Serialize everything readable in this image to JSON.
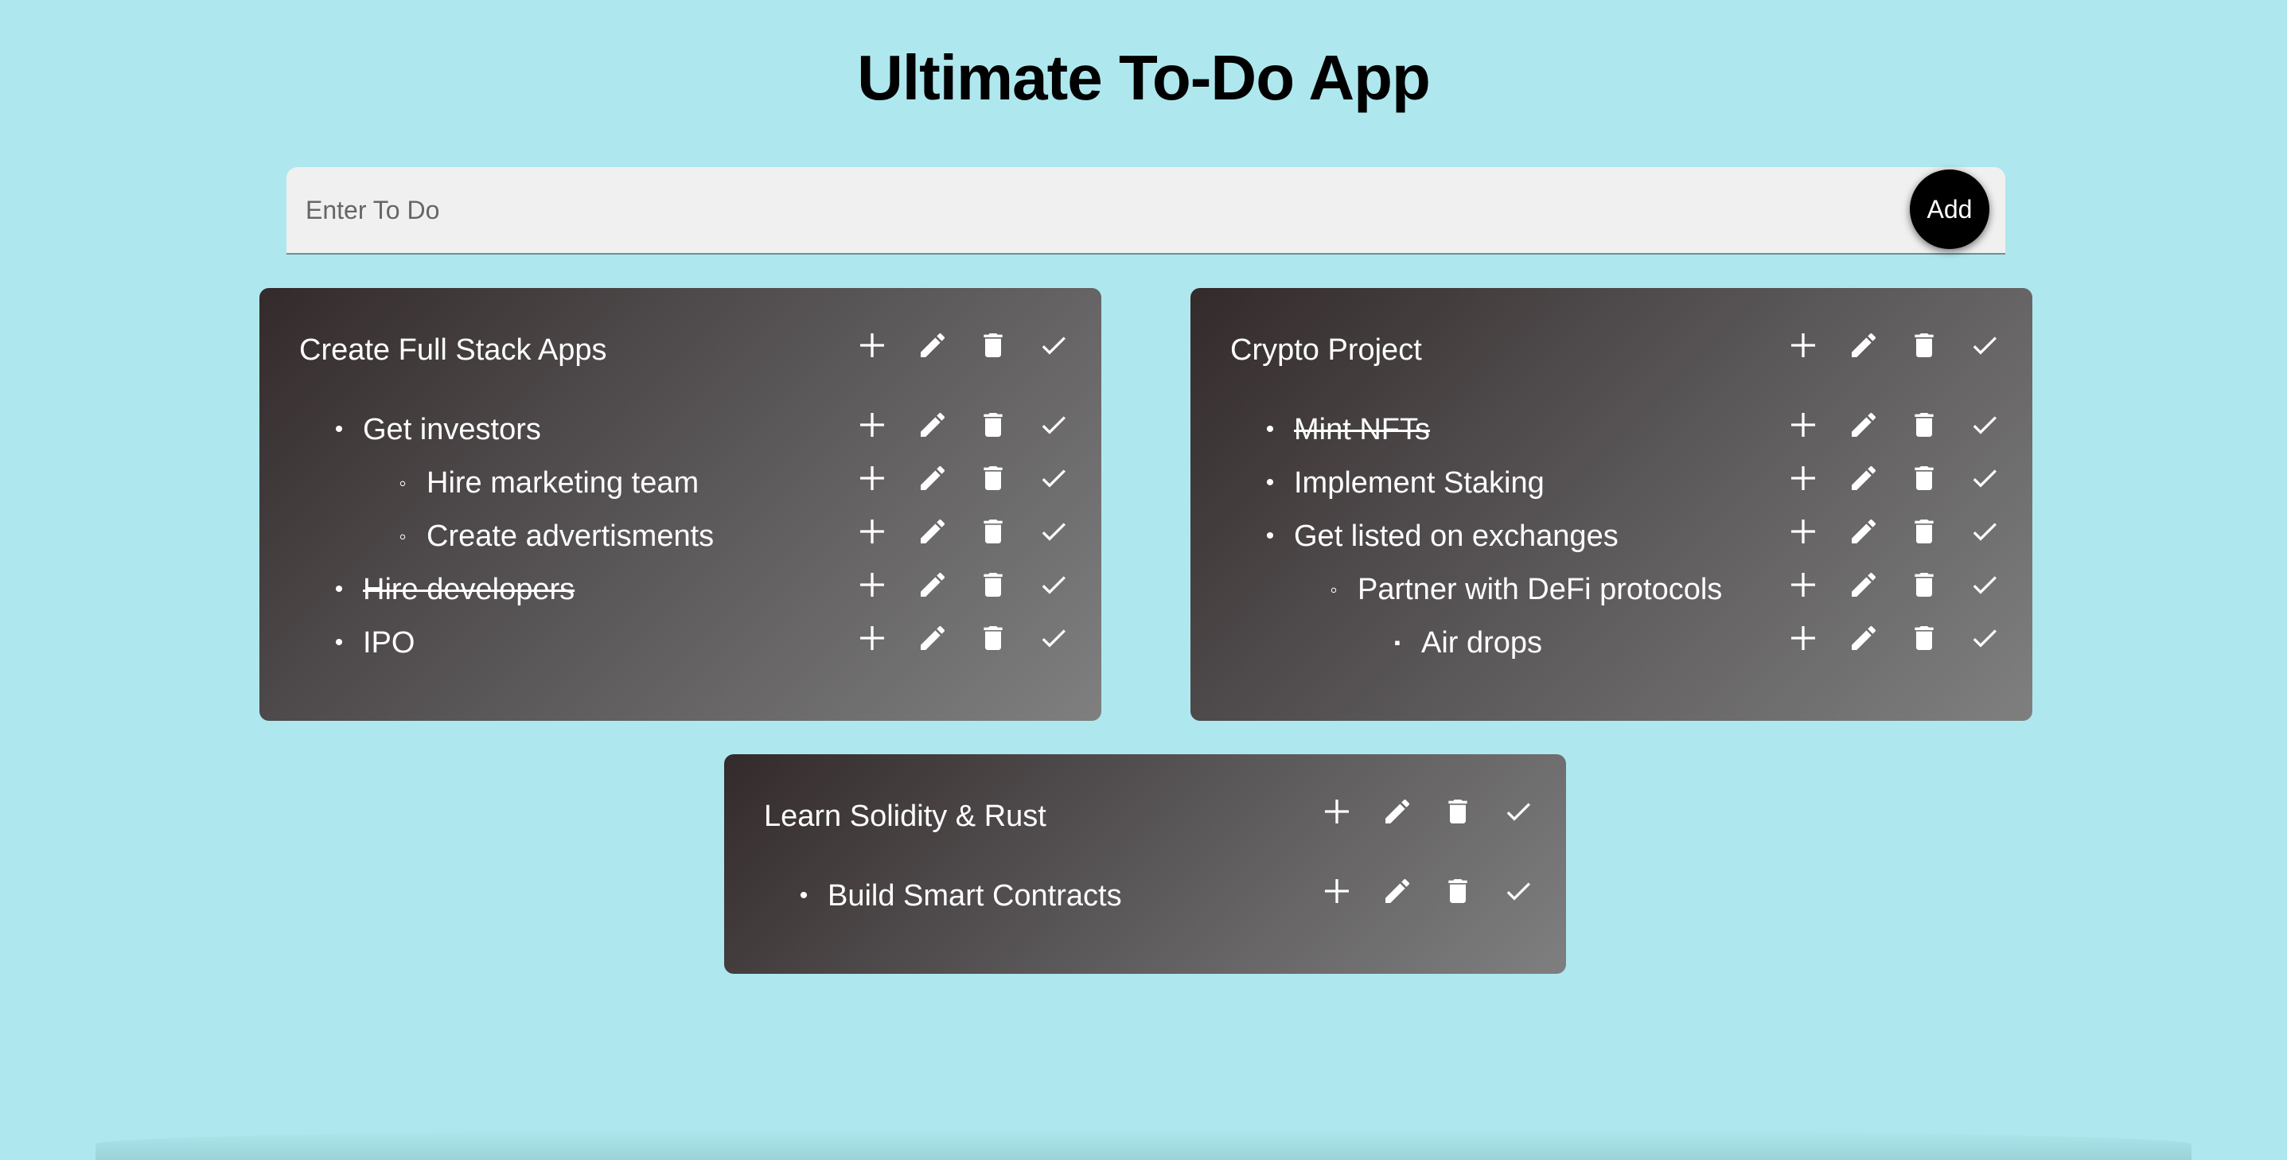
{
  "app": {
    "title": "Ultimate To-Do App"
  },
  "input": {
    "placeholder": "Enter To Do",
    "value": "",
    "add_label": "Add"
  },
  "icons": {
    "add": "plus-icon",
    "edit": "pencil-icon",
    "delete": "trash-icon",
    "complete": "check-icon"
  },
  "colors": {
    "background": "#aee8ee",
    "card_gradient_start": "#332a2b",
    "card_gradient_end": "#7f7f80",
    "button": "#000000"
  },
  "cards": [
    {
      "title": "Create Full Stack Apps",
      "items": [
        {
          "label": "Get investors",
          "level": 1,
          "done": false
        },
        {
          "label": "Hire marketing team",
          "level": 2,
          "done": false
        },
        {
          "label": "Create advertisments",
          "level": 2,
          "done": false
        },
        {
          "label": "Hire developers",
          "level": 1,
          "done": true
        },
        {
          "label": "IPO",
          "level": 1,
          "done": false
        }
      ]
    },
    {
      "title": "Crypto Project",
      "items": [
        {
          "label": "Mint NFTs",
          "level": 1,
          "done": true
        },
        {
          "label": "Implement Staking",
          "level": 1,
          "done": false
        },
        {
          "label": "Get listed on exchanges",
          "level": 1,
          "done": false
        },
        {
          "label": "Partner with DeFi protocols",
          "level": 2,
          "done": false
        },
        {
          "label": "Air drops",
          "level": 3,
          "done": false
        }
      ]
    },
    {
      "title": "Learn Solidity & Rust",
      "items": [
        {
          "label": "Build Smart Contracts",
          "level": 1,
          "done": false
        }
      ]
    }
  ]
}
